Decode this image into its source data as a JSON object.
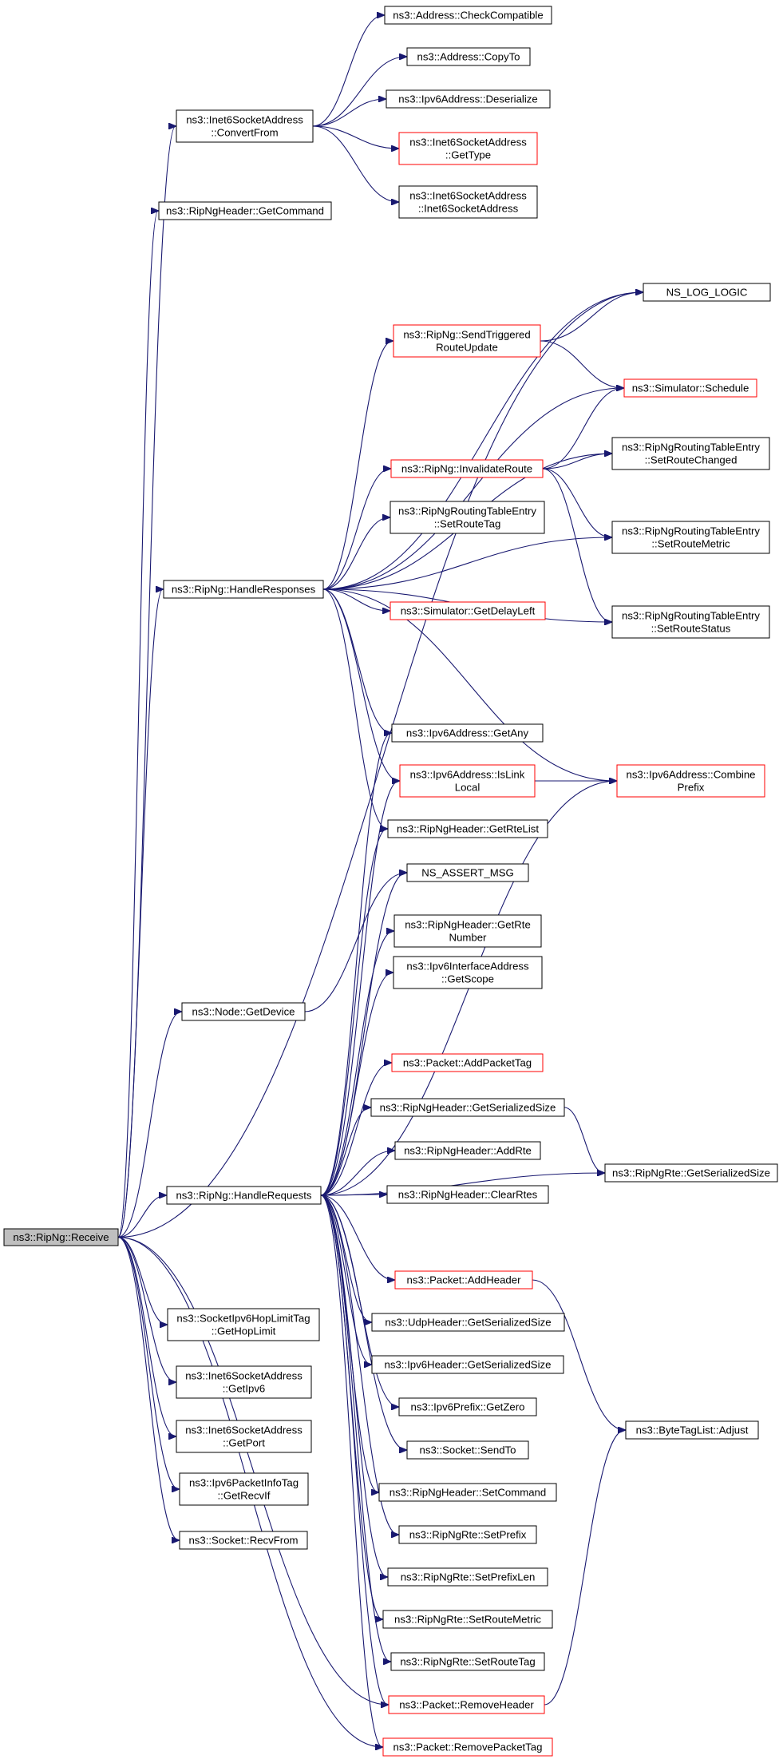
{
  "colors": {
    "edge": "#191970",
    "root_fill": "#bfbfbf",
    "normal_border": "#000000",
    "truncated_border": "#ff0000",
    "background": "#ffffff"
  },
  "nodes": [
    {
      "id": "receive",
      "lines": [
        "ns3::RipNg::Receive"
      ],
      "style": "root"
    },
    {
      "id": "convertfrom",
      "lines": [
        "ns3::Inet6SocketAddress",
        "::ConvertFrom"
      ],
      "style": "normal"
    },
    {
      "id": "checkcompatible",
      "lines": [
        "ns3::Address::CheckCompatible"
      ],
      "style": "normal"
    },
    {
      "id": "copyto",
      "lines": [
        "ns3::Address::CopyTo"
      ],
      "style": "normal"
    },
    {
      "id": "deserialize",
      "lines": [
        "ns3::Ipv6Address::Deserialize"
      ],
      "style": "normal"
    },
    {
      "id": "gettype",
      "lines": [
        "ns3::Inet6SocketAddress",
        "::GetType"
      ],
      "style": "truncated"
    },
    {
      "id": "inet6ctor",
      "lines": [
        "ns3::Inet6SocketAddress",
        "::Inet6SocketAddress"
      ],
      "style": "normal"
    },
    {
      "id": "getcommand",
      "lines": [
        "ns3::RipNgHeader::GetCommand"
      ],
      "style": "normal"
    },
    {
      "id": "nslog",
      "lines": [
        "NS_LOG_LOGIC"
      ],
      "style": "normal"
    },
    {
      "id": "sendtriggered",
      "lines": [
        "ns3::RipNg::SendTriggered",
        "RouteUpdate"
      ],
      "style": "truncated"
    },
    {
      "id": "schedule",
      "lines": [
        "ns3::Simulator::Schedule"
      ],
      "style": "truncated"
    },
    {
      "id": "invalidate",
      "lines": [
        "ns3::RipNg::InvalidateRoute"
      ],
      "style": "truncated"
    },
    {
      "id": "setroutechanged",
      "lines": [
        "ns3::RipNgRoutingTableEntry",
        "::SetRouteChanged"
      ],
      "style": "normal"
    },
    {
      "id": "setroutetag_entry",
      "lines": [
        "ns3::RipNgRoutingTableEntry",
        "::SetRouteTag"
      ],
      "style": "normal"
    },
    {
      "id": "setroutemetric_entry",
      "lines": [
        "ns3::RipNgRoutingTableEntry",
        "::SetRouteMetric"
      ],
      "style": "normal"
    },
    {
      "id": "handleresponses",
      "lines": [
        "ns3::RipNg::HandleResponses"
      ],
      "style": "normal"
    },
    {
      "id": "getdelayleft",
      "lines": [
        "ns3::Simulator::GetDelayLeft"
      ],
      "style": "truncated"
    },
    {
      "id": "setroutestatus",
      "lines": [
        "ns3::RipNgRoutingTableEntry",
        "::SetRouteStatus"
      ],
      "style": "normal"
    },
    {
      "id": "getany",
      "lines": [
        "ns3::Ipv6Address::GetAny"
      ],
      "style": "normal"
    },
    {
      "id": "islinklocal",
      "lines": [
        "ns3::Ipv6Address::IsLink",
        "Local"
      ],
      "style": "truncated"
    },
    {
      "id": "combineprefix",
      "lines": [
        "ns3::Ipv6Address::Combine",
        "Prefix"
      ],
      "style": "truncated"
    },
    {
      "id": "getrtelist",
      "lines": [
        "ns3::RipNgHeader::GetRteList"
      ],
      "style": "normal"
    },
    {
      "id": "nsassert",
      "lines": [
        "NS_ASSERT_MSG"
      ],
      "style": "normal"
    },
    {
      "id": "getrtenumber",
      "lines": [
        "ns3::RipNgHeader::GetRte",
        "Number"
      ],
      "style": "normal"
    },
    {
      "id": "getdevice",
      "lines": [
        "ns3::Node::GetDevice"
      ],
      "style": "normal"
    },
    {
      "id": "getscope",
      "lines": [
        "ns3::Ipv6InterfaceAddress",
        "::GetScope"
      ],
      "style": "normal"
    },
    {
      "id": "addpackettag",
      "lines": [
        "ns3::Packet::AddPacketTag"
      ],
      "style": "truncated"
    },
    {
      "id": "hdr_getserializedsize",
      "lines": [
        "ns3::RipNgHeader::GetSerializedSize"
      ],
      "style": "normal"
    },
    {
      "id": "addrte",
      "lines": [
        "ns3::RipNgHeader::AddRte"
      ],
      "style": "normal"
    },
    {
      "id": "rte_getserializedsize",
      "lines": [
        "ns3::RipNgRte::GetSerializedSize"
      ],
      "style": "normal"
    },
    {
      "id": "handlerequests",
      "lines": [
        "ns3::RipNg::HandleRequests"
      ],
      "style": "normal"
    },
    {
      "id": "clearrtes",
      "lines": [
        "ns3::RipNgHeader::ClearRtes"
      ],
      "style": "normal"
    },
    {
      "id": "addheader",
      "lines": [
        "ns3::Packet::AddHeader"
      ],
      "style": "truncated"
    },
    {
      "id": "udp_getserializedsize",
      "lines": [
        "ns3::UdpHeader::GetSerializedSize"
      ],
      "style": "normal"
    },
    {
      "id": "gethoplimit",
      "lines": [
        "ns3::SocketIpv6HopLimitTag",
        "::GetHopLimit"
      ],
      "style": "normal"
    },
    {
      "id": "ipv6_getserializedsize",
      "lines": [
        "ns3::Ipv6Header::GetSerializedSize"
      ],
      "style": "normal"
    },
    {
      "id": "getipv6",
      "lines": [
        "ns3::Inet6SocketAddress",
        "::GetIpv6"
      ],
      "style": "normal"
    },
    {
      "id": "getzero",
      "lines": [
        "ns3::Ipv6Prefix::GetZero"
      ],
      "style": "normal"
    },
    {
      "id": "bytetag_adjust",
      "lines": [
        "ns3::ByteTagList::Adjust"
      ],
      "style": "normal"
    },
    {
      "id": "getport",
      "lines": [
        "ns3::Inet6SocketAddress",
        "::GetPort"
      ],
      "style": "normal"
    },
    {
      "id": "sendto",
      "lines": [
        "ns3::Socket::SendTo"
      ],
      "style": "normal"
    },
    {
      "id": "getrecvif",
      "lines": [
        "ns3::Ipv6PacketInfoTag",
        "::GetRecvIf"
      ],
      "style": "normal"
    },
    {
      "id": "setcommand",
      "lines": [
        "ns3::RipNgHeader::SetCommand"
      ],
      "style": "normal"
    },
    {
      "id": "recvfrom",
      "lines": [
        "ns3::Socket::RecvFrom"
      ],
      "style": "normal"
    },
    {
      "id": "setprefix",
      "lines": [
        "ns3::RipNgRte::SetPrefix"
      ],
      "style": "normal"
    },
    {
      "id": "setprefixlen",
      "lines": [
        "ns3::RipNgRte::SetPrefixLen"
      ],
      "style": "normal"
    },
    {
      "id": "rte_setroutemetric",
      "lines": [
        "ns3::RipNgRte::SetRouteMetric"
      ],
      "style": "normal"
    },
    {
      "id": "rte_setroutetag",
      "lines": [
        "ns3::RipNgRte::SetRouteTag"
      ],
      "style": "normal"
    },
    {
      "id": "removeheader",
      "lines": [
        "ns3::Packet::RemoveHeader"
      ],
      "style": "truncated"
    },
    {
      "id": "removepackettag",
      "lines": [
        "ns3::Packet::RemovePacketTag"
      ],
      "style": "truncated"
    }
  ],
  "edges": [
    [
      "receive",
      "convertfrom"
    ],
    [
      "receive",
      "getcommand"
    ],
    [
      "receive",
      "nslog"
    ],
    [
      "receive",
      "handleresponses"
    ],
    [
      "receive",
      "getdevice"
    ],
    [
      "receive",
      "handlerequests"
    ],
    [
      "receive",
      "gethoplimit"
    ],
    [
      "receive",
      "getipv6"
    ],
    [
      "receive",
      "getport"
    ],
    [
      "receive",
      "getrecvif"
    ],
    [
      "receive",
      "recvfrom"
    ],
    [
      "receive",
      "removeheader"
    ],
    [
      "receive",
      "removepackettag"
    ],
    [
      "convertfrom",
      "checkcompatible"
    ],
    [
      "convertfrom",
      "copyto"
    ],
    [
      "convertfrom",
      "deserialize"
    ],
    [
      "convertfrom",
      "gettype"
    ],
    [
      "convertfrom",
      "inet6ctor"
    ],
    [
      "sendtriggered",
      "nslog"
    ],
    [
      "sendtriggered",
      "schedule"
    ],
    [
      "invalidate",
      "schedule"
    ],
    [
      "invalidate",
      "setroutechanged"
    ],
    [
      "invalidate",
      "setroutemetric_entry"
    ],
    [
      "invalidate",
      "setroutestatus"
    ],
    [
      "handleresponses",
      "nslog"
    ],
    [
      "handleresponses",
      "sendtriggered"
    ],
    [
      "handleresponses",
      "schedule"
    ],
    [
      "handleresponses",
      "setroutechanged"
    ],
    [
      "handleresponses",
      "invalidate"
    ],
    [
      "handleresponses",
      "setroutetag_entry"
    ],
    [
      "handleresponses",
      "setroutemetric_entry"
    ],
    [
      "handleresponses",
      "getdelayleft"
    ],
    [
      "handleresponses",
      "setroutestatus"
    ],
    [
      "handleresponses",
      "getany"
    ],
    [
      "handleresponses",
      "islinklocal"
    ],
    [
      "handleresponses",
      "combineprefix"
    ],
    [
      "handleresponses",
      "getrtelist"
    ],
    [
      "islinklocal",
      "combineprefix"
    ],
    [
      "getdevice",
      "nsassert"
    ],
    [
      "handlerequests",
      "getany"
    ],
    [
      "handlerequests",
      "islinklocal"
    ],
    [
      "handlerequests",
      "getrtelist"
    ],
    [
      "handlerequests",
      "nsassert"
    ],
    [
      "handlerequests",
      "combineprefix"
    ],
    [
      "handlerequests",
      "getrtenumber"
    ],
    [
      "handlerequests",
      "getscope"
    ],
    [
      "handlerequests",
      "addpackettag"
    ],
    [
      "handlerequests",
      "hdr_getserializedsize"
    ],
    [
      "handlerequests",
      "addrte"
    ],
    [
      "handlerequests",
      "clearrtes"
    ],
    [
      "handlerequests",
      "rte_getserializedsize"
    ],
    [
      "handlerequests",
      "addheader"
    ],
    [
      "handlerequests",
      "udp_getserializedsize"
    ],
    [
      "handlerequests",
      "ipv6_getserializedsize"
    ],
    [
      "handlerequests",
      "getzero"
    ],
    [
      "handlerequests",
      "sendto"
    ],
    [
      "handlerequests",
      "setcommand"
    ],
    [
      "handlerequests",
      "setprefix"
    ],
    [
      "handlerequests",
      "setprefixlen"
    ],
    [
      "handlerequests",
      "rte_setroutemetric"
    ],
    [
      "handlerequests",
      "rte_setroutetag"
    ],
    [
      "handlerequests",
      "removeheader"
    ],
    [
      "handlerequests",
      "removepackettag"
    ],
    [
      "hdr_getserializedsize",
      "rte_getserializedsize"
    ],
    [
      "addheader",
      "bytetag_adjust"
    ],
    [
      "removeheader",
      "bytetag_adjust"
    ]
  ]
}
